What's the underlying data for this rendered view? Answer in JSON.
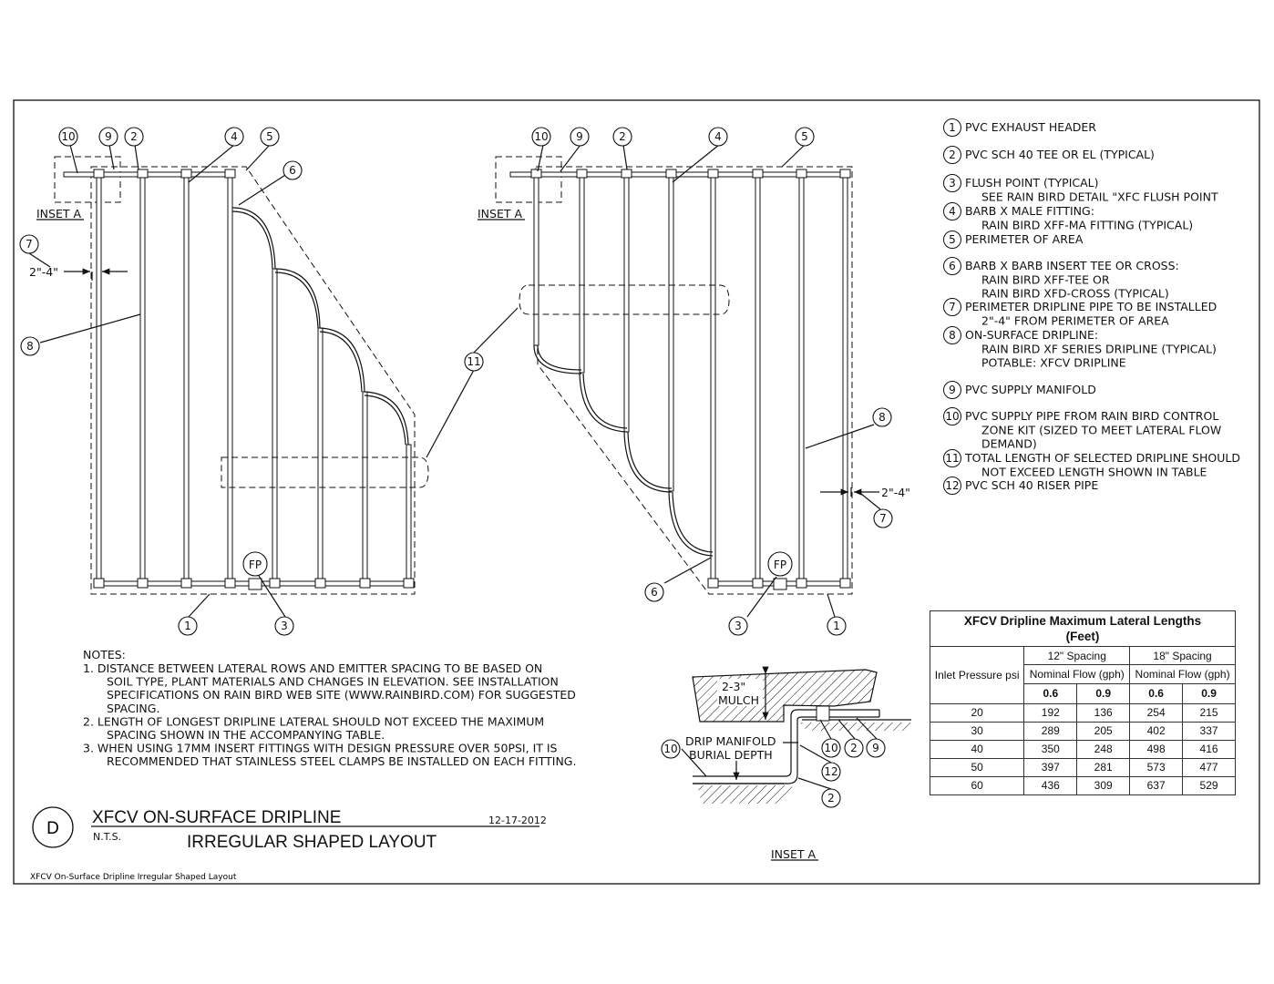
{
  "legend": [
    {
      "num": "1",
      "lines": [
        "PVC EXHAUST HEADER"
      ]
    },
    {
      "num": "2",
      "lines": [
        "PVC SCH 40 TEE OR EL (TYPICAL)"
      ]
    },
    {
      "num": "3",
      "lines": [
        "FLUSH POINT (TYPICAL)",
        "SEE RAIN BIRD DETAIL \"XFC FLUSH POINT"
      ]
    },
    {
      "num": "4",
      "lines": [
        "BARB X MALE FITTING:",
        "RAIN BIRD XFF-MA FITTING (TYPICAL)"
      ]
    },
    {
      "num": "5",
      "lines": [
        "PERIMETER OF AREA"
      ]
    },
    {
      "num": "6",
      "lines": [
        "BARB X BARB INSERT TEE OR CROSS:",
        "RAIN BIRD XFF-TEE OR",
        "RAIN BIRD XFD-CROSS (TYPICAL)"
      ]
    },
    {
      "num": "7",
      "lines": [
        "PERIMETER DRIPLINE PIPE TO BE INSTALLED",
        "2\"-4\" FROM PERIMETER OF AREA"
      ]
    },
    {
      "num": "8",
      "lines": [
        "ON-SURFACE DRIPLINE:",
        "RAIN BIRD XF SERIES DRIPLINE (TYPICAL)",
        "POTABLE: XFCV DRIPLINE"
      ]
    },
    {
      "num": "9",
      "lines": [
        "PVC SUPPLY MANIFOLD"
      ]
    },
    {
      "num": "10",
      "lines": [
        "PVC SUPPLY PIPE FROM RAIN BIRD CONTROL",
        "ZONE KIT (SIZED TO MEET LATERAL FLOW",
        "DEMAND)"
      ]
    },
    {
      "num": "11",
      "lines": [
        "TOTAL LENGTH OF SELECTED DRIPLINE SHOULD",
        "NOT EXCEED LENGTH SHOWN IN TABLE"
      ]
    },
    {
      "num": "12",
      "lines": [
        "PVC SCH 40 RISER PIPE"
      ]
    }
  ],
  "plan": {
    "inset_label": "INSET A",
    "offset_label": "2\"-4\"",
    "flush_point_label": "FP"
  },
  "notes": {
    "heading": "NOTES:",
    "items": [
      [
        "1. DISTANCE BETWEEN LATERAL ROWS AND EMITTER SPACING TO BE BASED ON",
        "SOIL TYPE, PLANT MATERIALS AND CHANGES IN ELEVATION.  SEE INSTALLATION",
        "SPECIFICATIONS ON RAIN BIRD WEB SITE (WWW.RAINBIRD.COM) FOR SUGGESTED",
        "SPACING."
      ],
      [
        "2. LENGTH OF LONGEST DRIPLINE LATERAL SHOULD NOT EXCEED THE MAXIMUM",
        "SPACING SHOWN IN THE ACCOMPANYING TABLE."
      ],
      [
        "3. WHEN USING 17MM INSERT FITTINGS WITH DESIGN PRESSURE OVER 50PSI, IT IS",
        "RECOMMENDED THAT STAINLESS STEEL CLAMPS BE INSTALLED ON EACH FITTING."
      ]
    ]
  },
  "title_block": {
    "detail_letter": "D",
    "title": "XFCV ON-SURFACE DRIPLINE",
    "scale": "N.T.S.",
    "date": "12-17-2012",
    "subtitle": "IRREGULAR SHAPED LAYOUT",
    "footer": "XFCV On-Surface Dripline Irregular Shaped Layout"
  },
  "inset": {
    "mulch_label": "2-3\"",
    "mulch_word": "MULCH",
    "depth_label_1": "DRIP MANIFOLD",
    "depth_label_2": "BURIAL DEPTH",
    "caption": "INSET A"
  },
  "table": {
    "title": "XFCV Dripline Maximum Lateral Lengths",
    "units": "(Feet)",
    "row_header": "Inlet Pressure psi",
    "spacing_headers": [
      "12\" Spacing",
      "18\" Spacing"
    ],
    "flow_header": "Nominal Flow (gph)",
    "flow_values": [
      "0.6",
      "0.9",
      "0.6",
      "0.9"
    ],
    "rows": [
      [
        "20",
        "192",
        "136",
        "254",
        "215"
      ],
      [
        "30",
        "289",
        "205",
        "402",
        "337"
      ],
      [
        "40",
        "350",
        "248",
        "498",
        "416"
      ],
      [
        "50",
        "397",
        "281",
        "573",
        "477"
      ],
      [
        "60",
        "436",
        "309",
        "637",
        "529"
      ]
    ]
  }
}
